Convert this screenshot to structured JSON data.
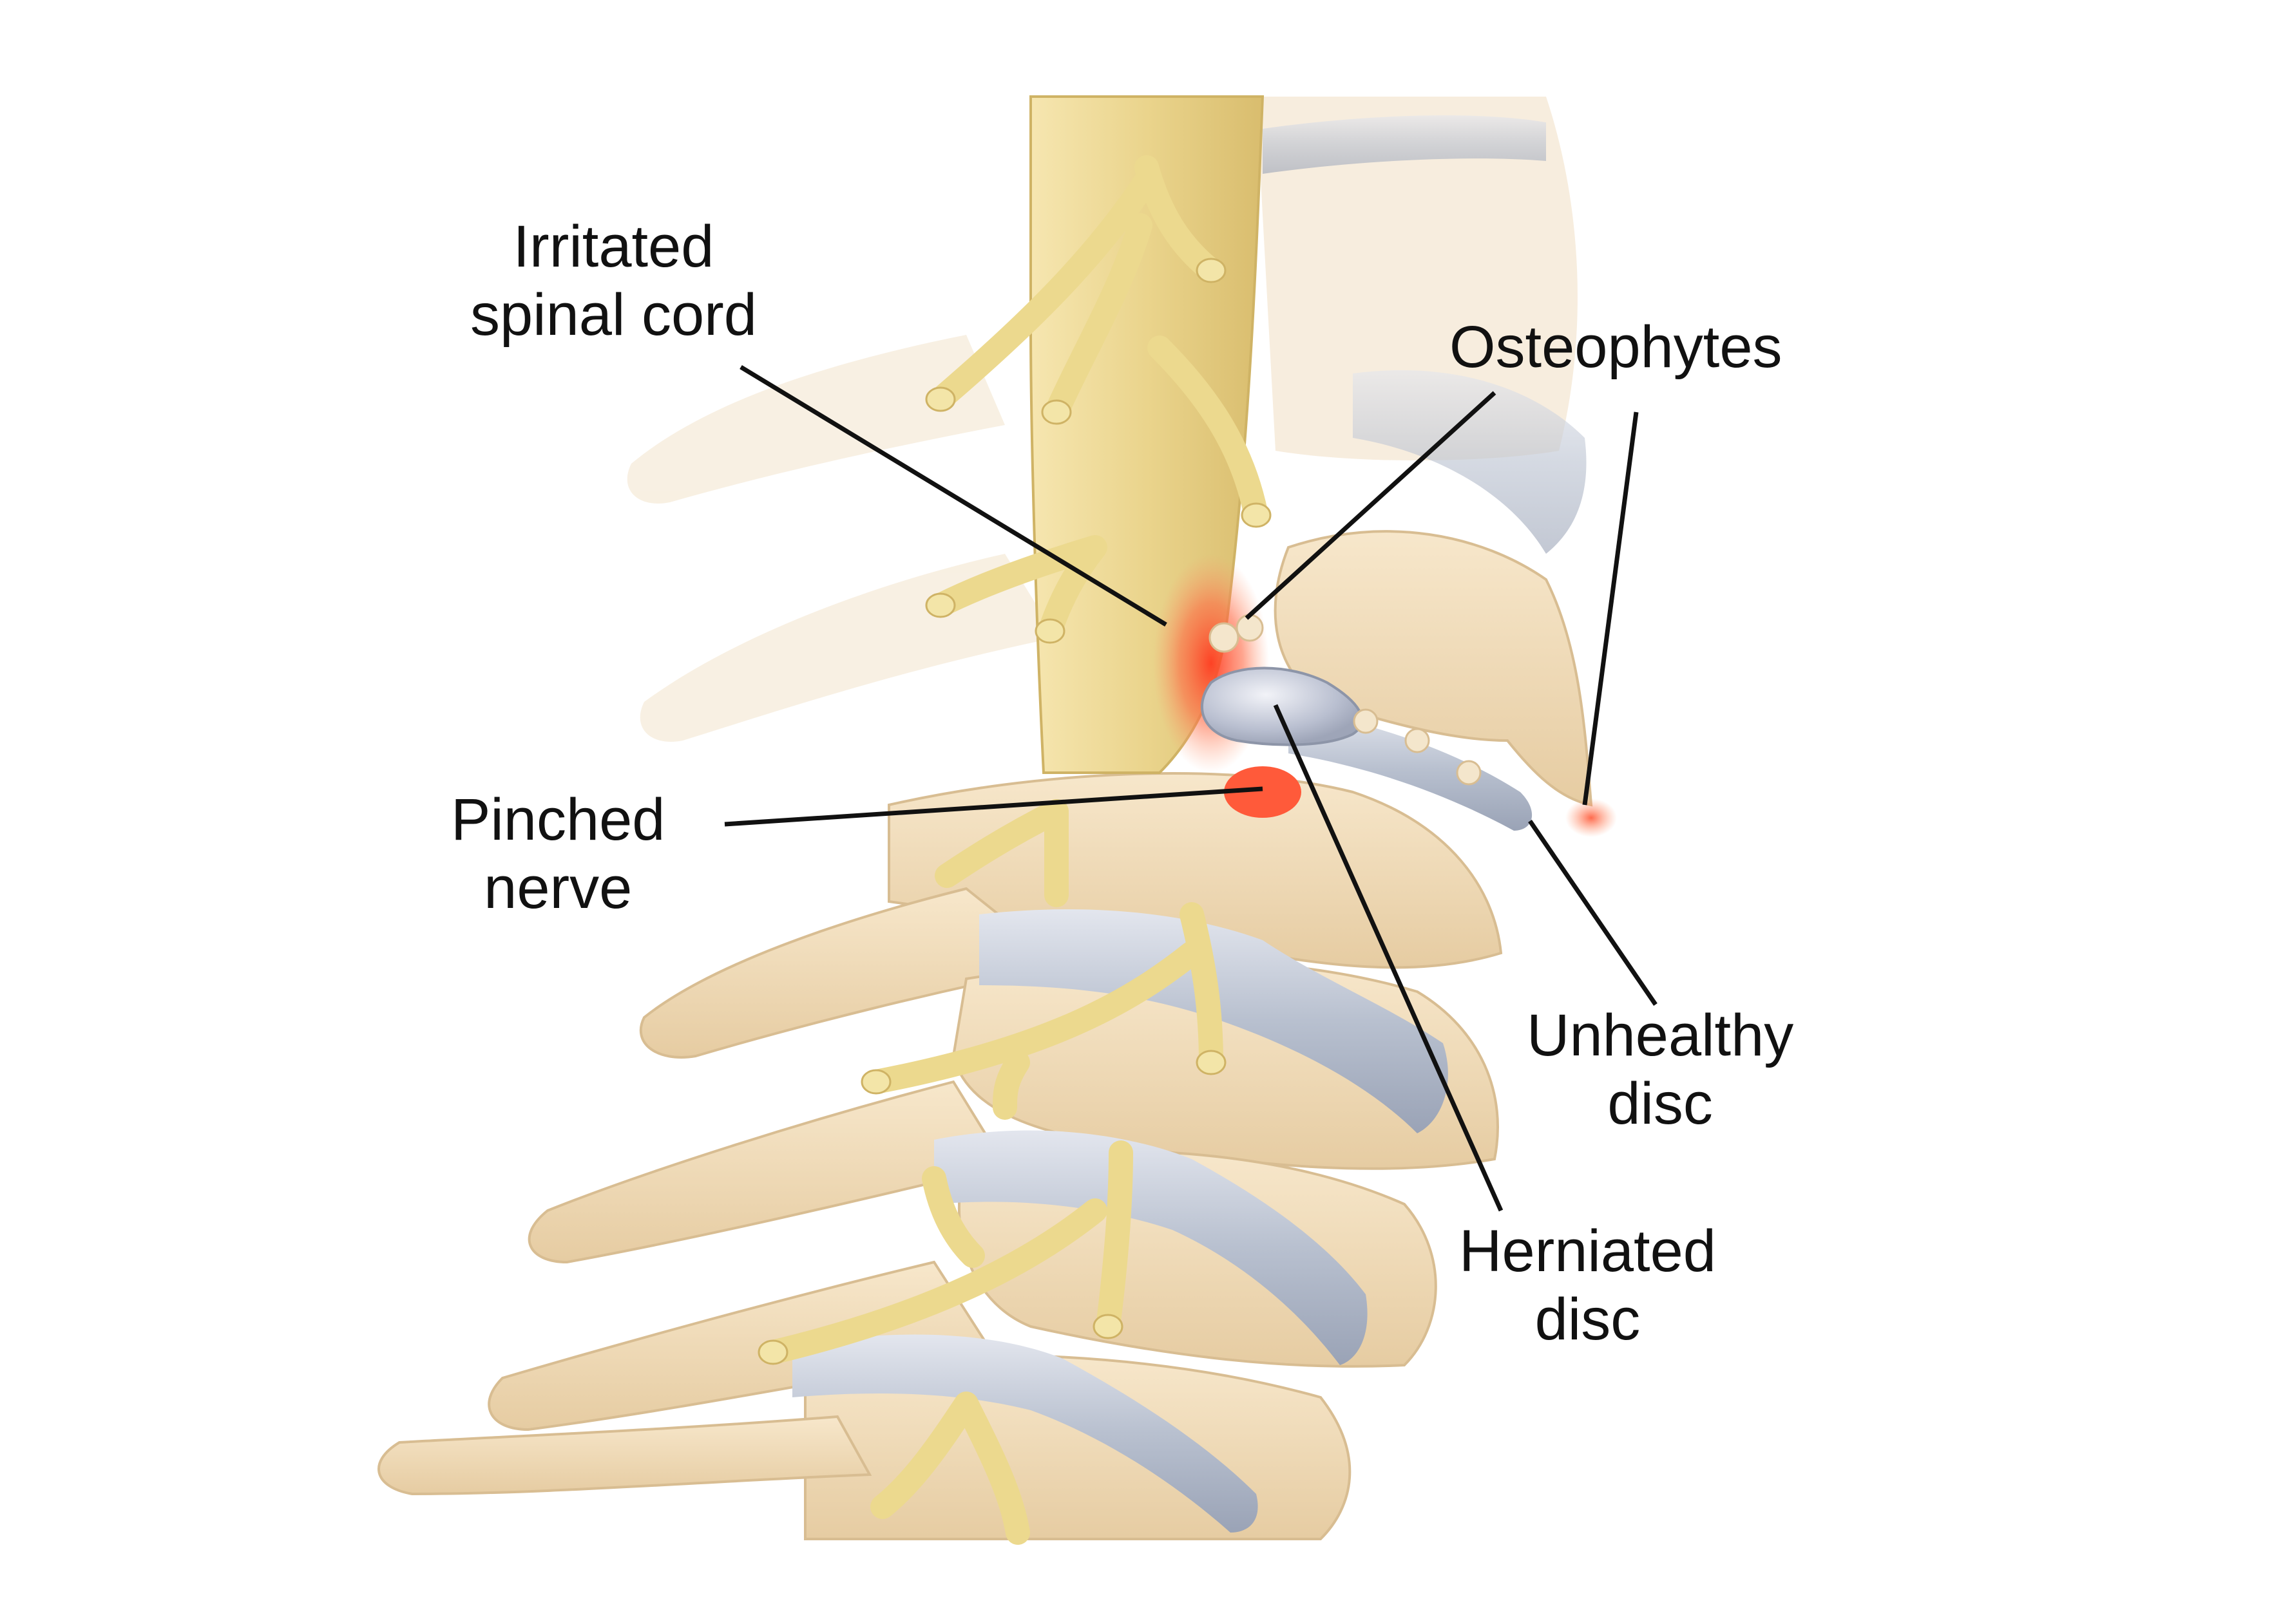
{
  "labels": {
    "irritated_spinal_cord": {
      "line1": "Irritated",
      "line2": "spinal cord"
    },
    "osteophytes": "Osteophytes",
    "pinched_nerve": {
      "line1": "Pinched",
      "line2": "nerve"
    },
    "unhealthy_disc": {
      "line1": "Unhealthy",
      "line2": "disc"
    },
    "herniated_disc": {
      "line1": "Herniated",
      "line2": "disc"
    }
  },
  "colors": {
    "background": "#ffffff",
    "bone": "#f0dcb8",
    "bone_shade": "#dcc095",
    "bone_light": "#f8ecd6",
    "disc": "#b4bccb",
    "disc_light": "#dfe3ec",
    "nerve": "#ecd98e",
    "nerve_shade": "#d2b967",
    "spinal_cord": "#ead48c",
    "inflammation": "#ff5a3a",
    "leader_line": "#111111",
    "text": "#111111"
  }
}
